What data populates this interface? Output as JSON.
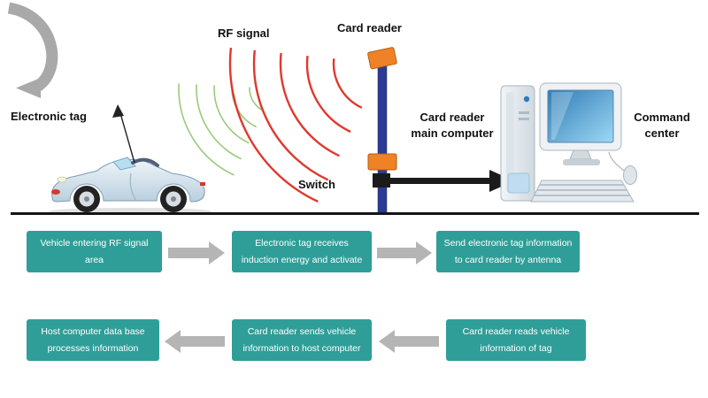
{
  "illustration": {
    "labels": {
      "electronic_tag": "Electronic tag",
      "rf_signal": "RF signal",
      "card_reader": "Card reader",
      "switch": "Switch",
      "card_reader_main_computer": [
        "Card reader",
        "main computer"
      ],
      "command_center": [
        "Command",
        "center"
      ]
    },
    "colors": {
      "rf_wave_red": "#e0382c",
      "rf_wave_green": "#8bc163",
      "pole_blue": "#2c3b92",
      "device_orange": "#ef8226",
      "screen_blue": "#2e7cb5",
      "ground_black": "#141414"
    }
  },
  "flowchart": {
    "box_color": "#2f9e98",
    "box_text_color": "#ffffff",
    "arrow_color": "#b5b5b5",
    "steps": [
      {
        "id": 1,
        "lines": [
          "Vehicle entering RF signal",
          "area"
        ]
      },
      {
        "id": 2,
        "lines": [
          "Electronic tag receives",
          "induction energy and activate"
        ]
      },
      {
        "id": 3,
        "lines": [
          "Send electronic tag information",
          "to card reader by antenna"
        ]
      },
      {
        "id": 4,
        "lines": [
          "Card reader reads vehicle",
          "information of tag"
        ]
      },
      {
        "id": 5,
        "lines": [
          "Card reader sends vehicle",
          "information to host computer"
        ]
      },
      {
        "id": 6,
        "lines": [
          "Host computer data base",
          "processes information"
        ]
      }
    ]
  }
}
